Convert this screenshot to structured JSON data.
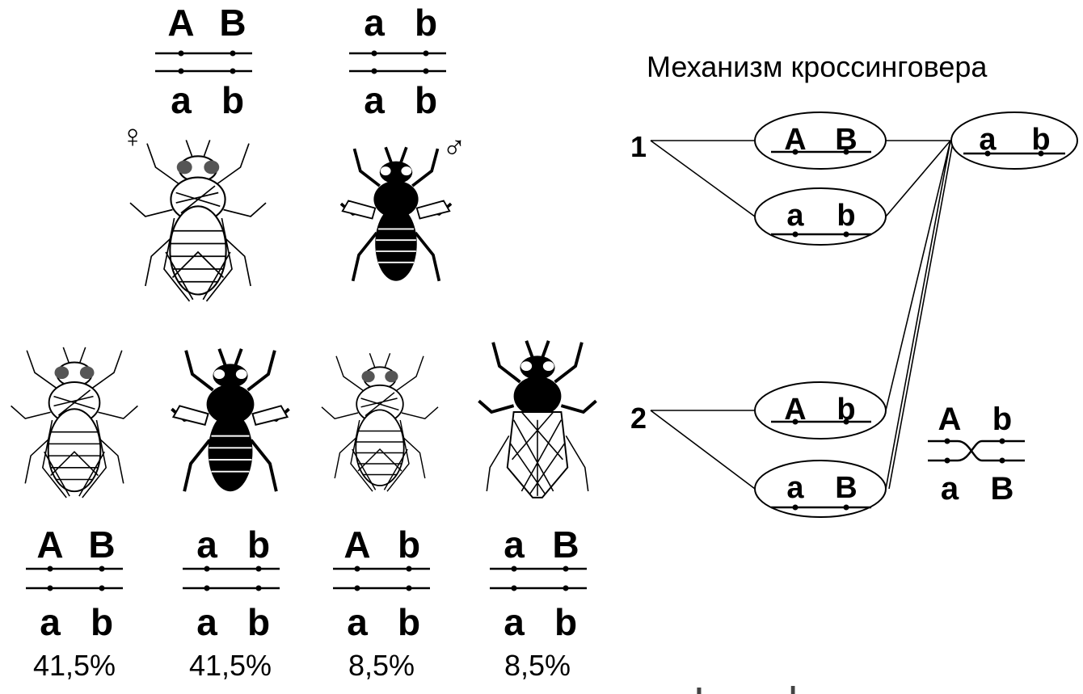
{
  "colors": {
    "ink": "#000000",
    "background": "#ffffff"
  },
  "parents": [
    {
      "top": [
        "A",
        "B"
      ],
      "bottom": [
        "a",
        "b"
      ],
      "sex_symbol": "♀",
      "fly": "light-fly-icon"
    },
    {
      "top": [
        "a",
        "b"
      ],
      "bottom": [
        "a",
        "b"
      ],
      "sex_symbol": "♂",
      "fly": "dark-fly-icon"
    }
  ],
  "offspring": [
    {
      "top": [
        "A",
        "B"
      ],
      "bottom": [
        "a",
        "b"
      ],
      "percent": "41,5%",
      "fly": "light-fly-icon"
    },
    {
      "top": [
        "a",
        "b"
      ],
      "bottom": [
        "a",
        "b"
      ],
      "percent": "41,5%",
      "fly": "dark-fly-icon"
    },
    {
      "top": [
        "A",
        "b"
      ],
      "bottom": [
        "a",
        "b"
      ],
      "percent": "8,5%",
      "fly": "light-fly-icon"
    },
    {
      "top": [
        "a",
        "B"
      ],
      "bottom": [
        "a",
        "b"
      ],
      "percent": "8,5%",
      "fly": "mixed-fly-icon"
    }
  ],
  "mechanism": {
    "title": "Механизм кроссинговера",
    "group1_label": "1",
    "group2_label": "2",
    "gametes_1": [
      [
        "A",
        "B"
      ],
      [
        "a",
        "b"
      ]
    ],
    "gametes_2": [
      [
        "A",
        "b"
      ],
      [
        "a",
        "B"
      ]
    ],
    "male_gamete": [
      "a",
      "b"
    ],
    "cross": {
      "top": [
        "A",
        "b"
      ],
      "bottom": [
        "a",
        "B"
      ]
    }
  },
  "footer_fragment": "Level"
}
